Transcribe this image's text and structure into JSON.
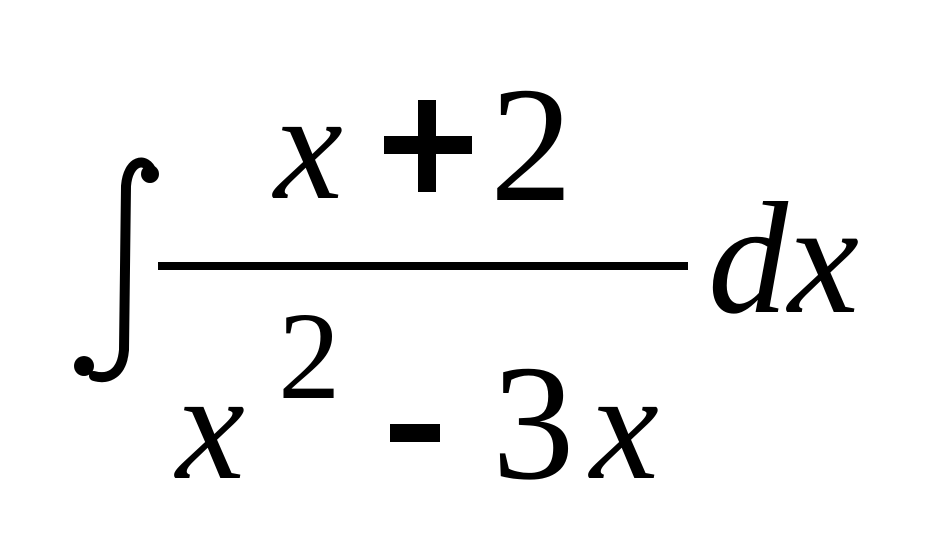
{
  "formula": {
    "integral_sign": "∫",
    "numerator": {
      "variable": "x",
      "operator": "+",
      "constant": "2"
    },
    "denominator": {
      "variable": "x",
      "exponent": "2",
      "operator": "-",
      "coefficient": "3",
      "variable_2": "x"
    },
    "differential": "dx"
  }
}
